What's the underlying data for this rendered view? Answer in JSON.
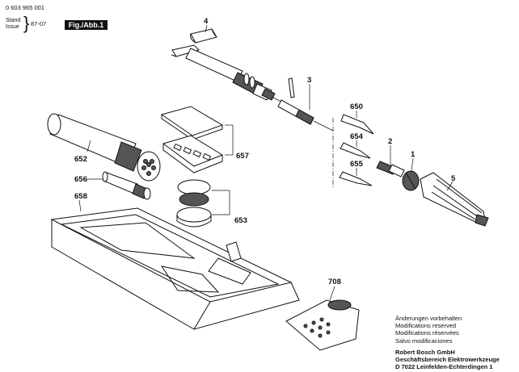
{
  "header": {
    "doc_number": "0 603 965 001",
    "stand_label": "Stand",
    "issue_label": "Issue",
    "date": "87-07",
    "figure_label": "Fig./Abb.1"
  },
  "part_numbers": {
    "p1": "1",
    "p2": "2",
    "p3": "3",
    "p4": "4",
    "p5": "5",
    "p650": "650",
    "p652": "652",
    "p653": "653",
    "p654": "654",
    "p655": "655",
    "p656": "656",
    "p657": "657",
    "p658": "658",
    "p708": "708"
  },
  "notes": {
    "changes": [
      "Änderungen vorbehalten",
      "Modifications reserved",
      "Modifications réservées",
      "Salvo modificaciones"
    ],
    "company": "Robert Bosch GmbH",
    "division": "Geschäftsbereich Elektrowerkzeuge",
    "address": "D 7022 Leinfelden-Echterdingen 1"
  }
}
